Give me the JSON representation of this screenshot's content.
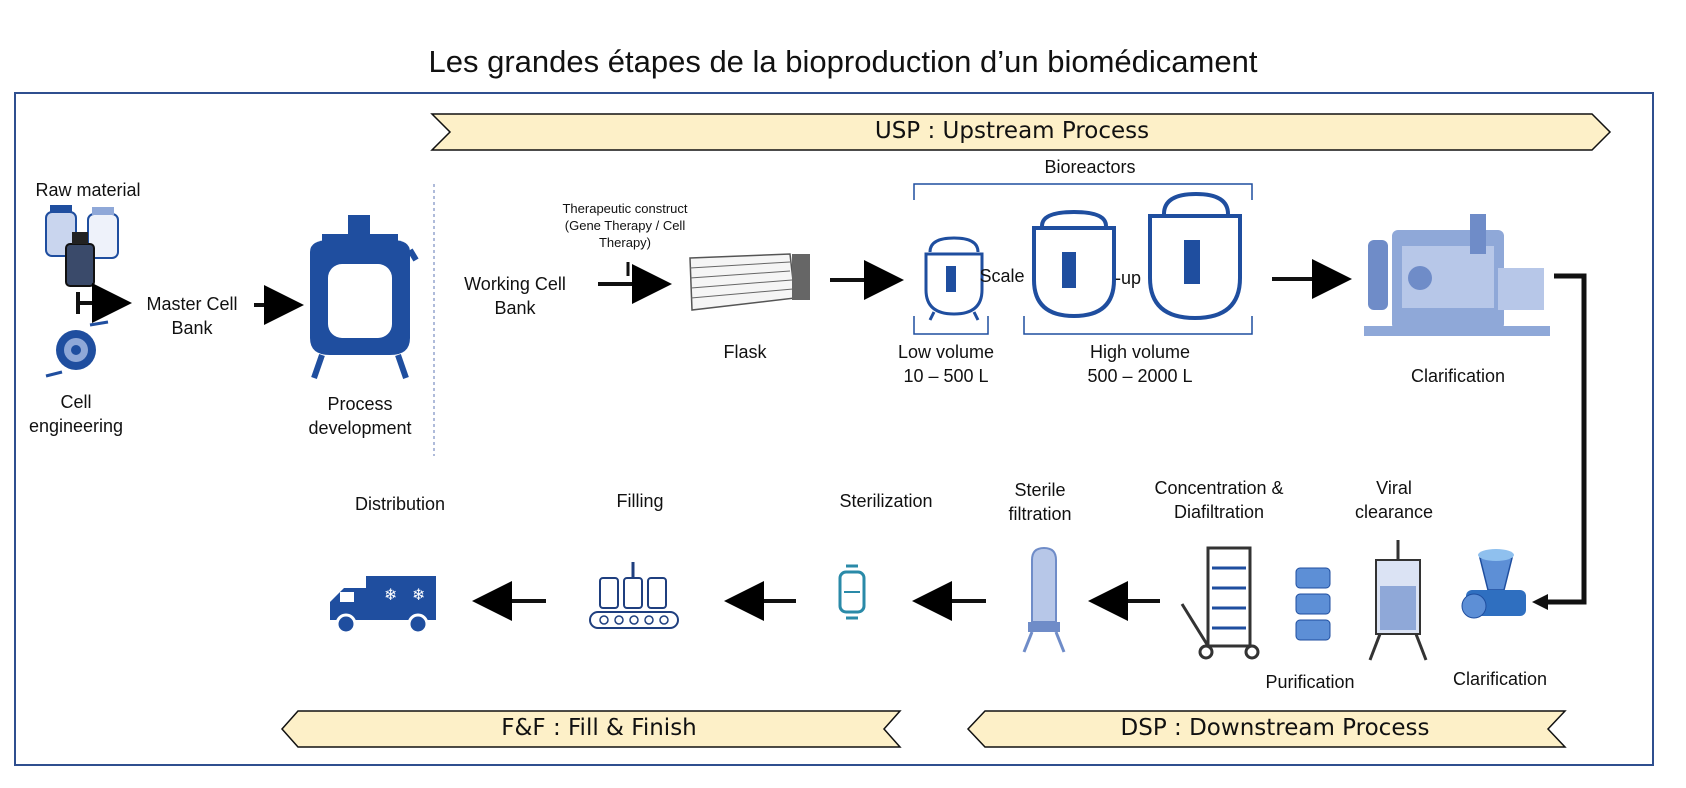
{
  "title": "Les grandes étapes de la bioproduction d’un biomédicament",
  "banners": {
    "usp": "USP : Upstream Process",
    "ff": "F&F : Fill & Finish",
    "dsp": "DSP : Downstream Process"
  },
  "labels": {
    "raw_material": "Raw material",
    "master_cell_bank": "Master Cell\nBank",
    "cell_engineering": "Cell\nengineering",
    "process_development": "Process\ndevelopment",
    "working_cell_bank": "Working Cell\nBank",
    "therapeutic_construct": "Therapeutic construct\n(Gene Therapy / Cell\nTherapy)",
    "flask": "Flask",
    "bioreactors": "Bioreactors",
    "scale": "Scale",
    "up": "-up",
    "low_volume": "Low volume\n10 – 500 L",
    "high_volume": "High volume\n500 – 2000 L",
    "clarification_top": "Clarification",
    "distribution": "Distribution",
    "filling": "Filling",
    "sterilization": "Sterilization",
    "sterile_filtration": "Sterile\nfiltration",
    "concentration": "Concentration &\nDiafiltration",
    "viral_clearance": "Viral\nclearance",
    "purification": "Purification",
    "clarification_bottom": "Clarification"
  },
  "colors": {
    "frame": "#2f4f8f",
    "banner_fill": "#fdf0c8",
    "icon_blue": "#1f4e9f",
    "icon_light": "#8fa8d8"
  }
}
